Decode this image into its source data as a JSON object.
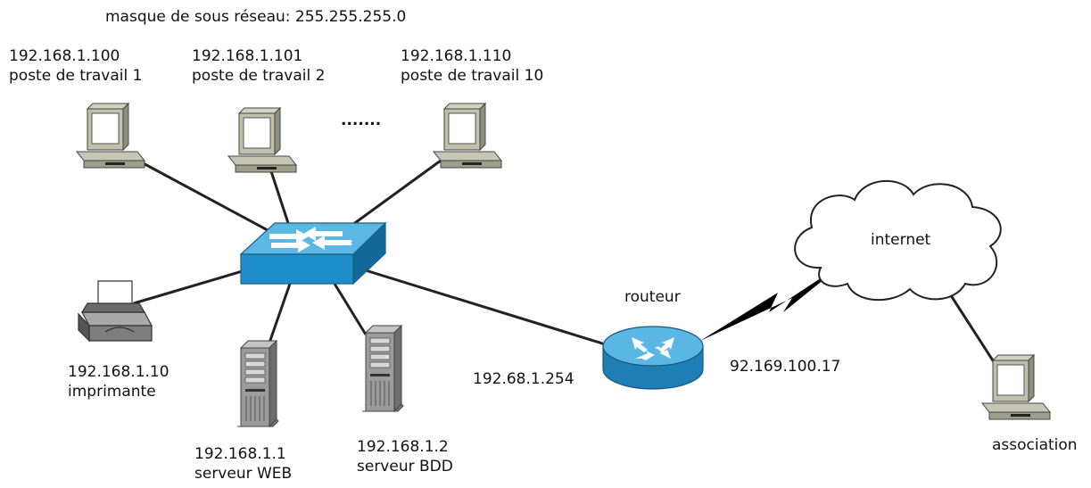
{
  "subnet_mask": "masque de sous réseau: 255.255.255.0",
  "workstations": [
    {
      "ip": "192.168.1.100",
      "name": "poste de travail 1"
    },
    {
      "ip": "192.168.1.101",
      "name": "poste de travail 2"
    },
    {
      "ip": "192.168.1.110",
      "name": "poste de travail 10"
    }
  ],
  "ellipsis": ".......",
  "printer": {
    "ip": "192.168.1.10",
    "name": "imprimante"
  },
  "servers": [
    {
      "ip": "192.168.1.1",
      "name": "serveur WEB"
    },
    {
      "ip": "192.168.1.2",
      "name": "serveur BDD"
    }
  ],
  "router": {
    "label": "routeur",
    "lan_ip": "192.68.1.254",
    "wan_ip": "92.169.100.17"
  },
  "internet": {
    "label": "internet"
  },
  "remote": {
    "name": "association"
  },
  "colors": {
    "switch_blue": "#1f8fc9",
    "router_blue": "#2a8fc4",
    "computer_gray": "#b9b9a6",
    "server_gray": "#8d8d8d"
  }
}
